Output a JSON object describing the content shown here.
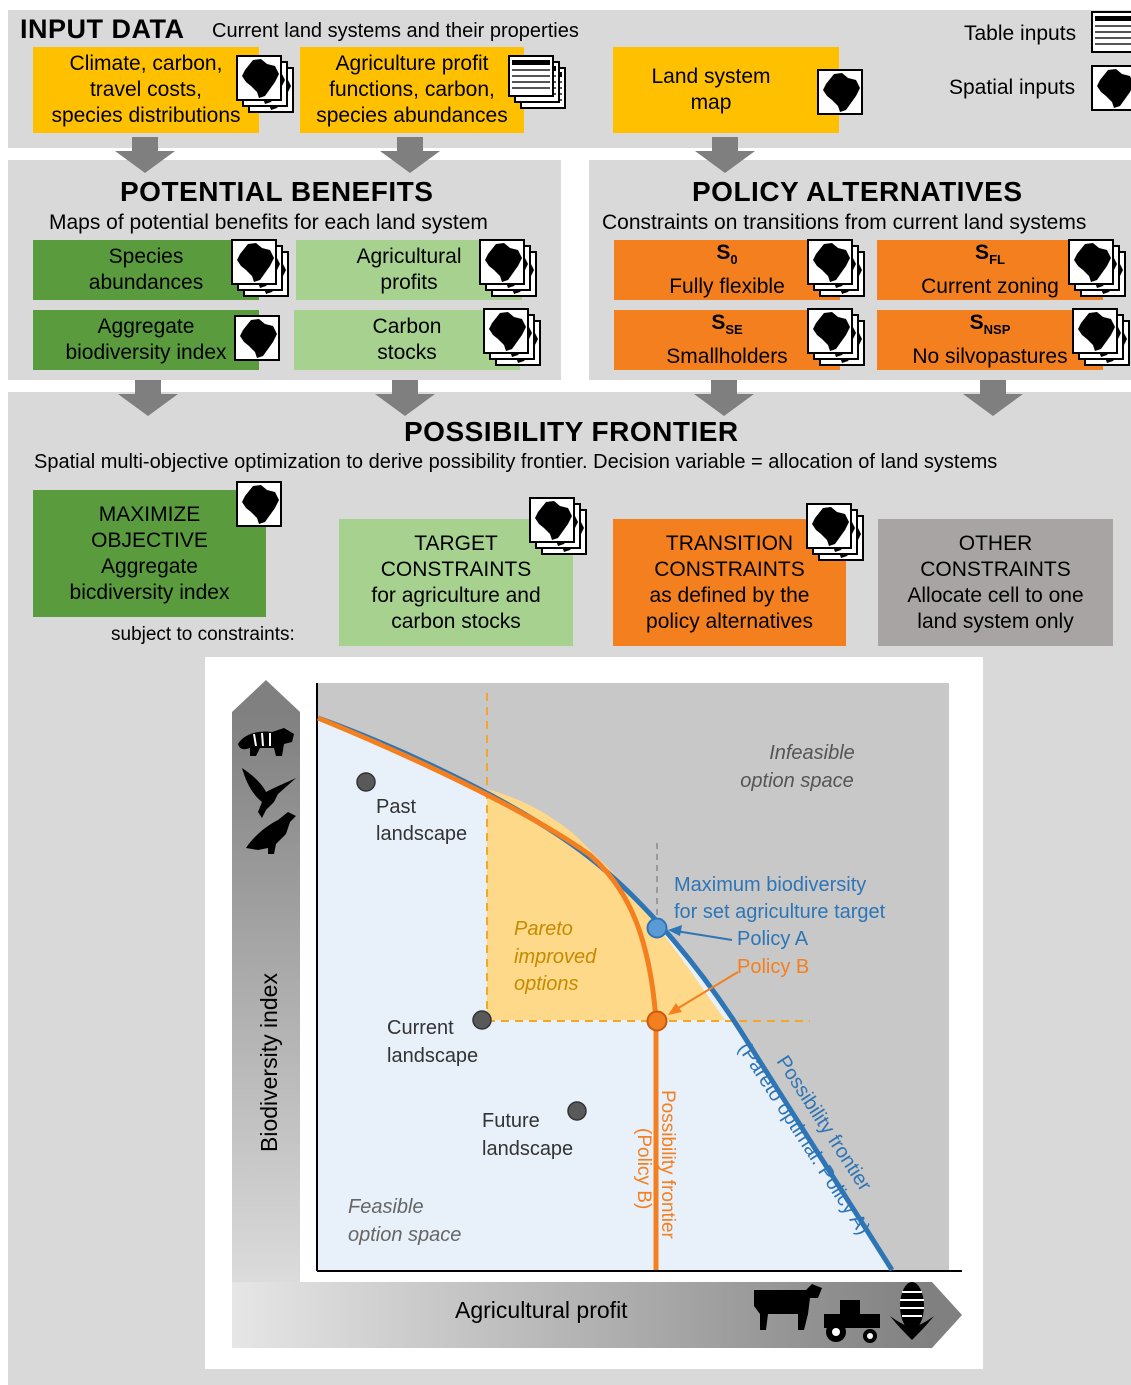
{
  "input": {
    "title": "INPUT DATA",
    "subtitle": "Current land systems and their properties",
    "box1": [
      "Climate, carbon,",
      "travel costs,",
      "species distributions"
    ],
    "box2": [
      "Agriculture profit",
      "functions, carbon,",
      "species abundances"
    ],
    "box3": [
      "Land system",
      "map"
    ],
    "legend_table": "Table inputs",
    "legend_spatial": "Spatial inputs"
  },
  "benefits": {
    "title": "POTENTIAL BENEFITS",
    "subtitle": "Maps of potential benefits for each land system",
    "species": [
      "Species",
      "abundances"
    ],
    "agri": [
      "Agricultural",
      "profits"
    ],
    "aggregate": [
      "Aggregate",
      "biodiversity index"
    ],
    "carbon": [
      "Carbon",
      "stocks"
    ]
  },
  "policy": {
    "title": "POLICY ALTERNATIVES",
    "subtitle": "Constraints on transitions from current land systems",
    "s0": {
      "sym": "S",
      "sub": "0",
      "label": "Fully flexible"
    },
    "sfl": {
      "sym": "S",
      "sub": "FL",
      "label": "Current zoning"
    },
    "sse": {
      "sym": "S",
      "sub": "SE",
      "label": "Smallholders"
    },
    "snsp": {
      "sym": "S",
      "sub": "NSP",
      "label": "No silvopastures"
    }
  },
  "frontier": {
    "title": "POSSIBILITY FRONTIER",
    "subtitle": "Spatial multi-objective optimization to derive possibility frontier. Decision variable = allocation of land systems",
    "maximize": [
      "MAXIMIZE",
      "OBJECTIVE",
      "Aggregate",
      "bicdiversity index"
    ],
    "subject": "subject to constraints:",
    "target": [
      "TARGET",
      "CONSTRAINTS",
      "for agriculture and",
      "carbon stocks"
    ],
    "transition": [
      "TRANSITION",
      "CONSTRAINTS",
      "as defined by the",
      "policy alternatives"
    ],
    "other": [
      "OTHER",
      "CONSTRAINTS",
      "Allocate cell to one",
      "land system only"
    ]
  },
  "chart_data": {
    "type": "diagram",
    "ylabel": "Biodiversity index",
    "xlabel": "Agricultural  profit",
    "infeasible": [
      "Infeasible",
      "option space"
    ],
    "feasible": [
      "Feasible",
      "option space"
    ],
    "pareto": [
      "Pareto",
      "improved",
      "options"
    ],
    "past": [
      "Past",
      "landscape"
    ],
    "current": [
      "Current",
      "landscape"
    ],
    "future": [
      "Future",
      "landscape"
    ],
    "maxbio": [
      "Maximum biodiversity",
      "for set agriculture target"
    ],
    "policyA": "Policy A",
    "policyB": "Policy B",
    "frontierA": [
      "Possibility frontier",
      "(Pareto optimal: Policy A)"
    ],
    "frontierB": [
      "Possibility frontier",
      "(Policy B)"
    ],
    "colors": {
      "blue": "#2e75b6",
      "orange": "#f47f1f",
      "pareto_fill": "#ffd98a",
      "infeasible": "#c8c8c8",
      "feasible": "#e8f0fa"
    }
  }
}
